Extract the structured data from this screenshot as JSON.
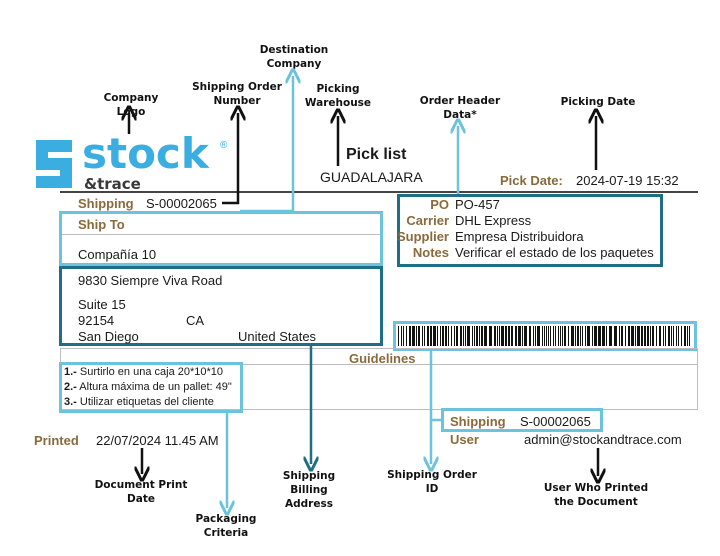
{
  "callouts": {
    "company_logo": "Company Logo",
    "shipping_order_number": "Shipping Order Number",
    "destination_company": "Destination Company",
    "picking_warehouse": "Picking Warehouse",
    "order_header_data": "Order Header Data*",
    "picking_date": "Picking Date",
    "document_print_date": "Document Print Date",
    "packaging_criteria": "Packaging Criteria",
    "shipping_billing_address": "Shipping Billing Address",
    "shipping_order_id": "Shipping Order ID",
    "user_who_printed": "User Who Printed the Document"
  },
  "logo": {
    "name": "stock",
    "sub": "&trace",
    "mark": "®"
  },
  "header": {
    "title": "Pick list",
    "warehouse": "GUADALAJARA",
    "pick_date_label": "Pick Date:",
    "pick_date_value": "2024-07-19 15:32"
  },
  "shipping": {
    "label": "Shipping",
    "value": "S-00002065"
  },
  "order_header": {
    "rows": [
      {
        "label": "PO",
        "value": "PO-457"
      },
      {
        "label": "Carrier",
        "value": "DHL Express"
      },
      {
        "label": "Supplier",
        "value": "Empresa Distribuidora"
      },
      {
        "label": "Notes",
        "value": "Verificar el estado de los paquetes"
      }
    ]
  },
  "ship_to": {
    "heading": "Ship To",
    "company": "Compañía 10",
    "street": "9830 Siempre Viva Road",
    "suite": "Suite 15",
    "zip": "92154",
    "state": "CA",
    "city": "San Diego",
    "country": "United States"
  },
  "guidelines": {
    "heading": "Guidelines",
    "items": [
      {
        "num": "1.-",
        "text": "Surtirlo en una caja 20*10*10"
      },
      {
        "num": "2.-",
        "text": "Altura máxima de un pallet: 49\""
      },
      {
        "num": "3.-",
        "text": "Utilizar etiquetas del cliente"
      }
    ]
  },
  "footer": {
    "printed_label": "Printed",
    "printed_value": "22/07/2024 11.45 AM",
    "shipping_label": "Shipping",
    "shipping_value": "S-00002065",
    "user_label": "User",
    "user_value": "admin@stockandtrace.com"
  },
  "colors": {
    "light_box": "#6cc3dc",
    "dark_box": "#1f6e86",
    "label_brown": "#8a6a3a",
    "logo_blue": "#3aaee0"
  }
}
